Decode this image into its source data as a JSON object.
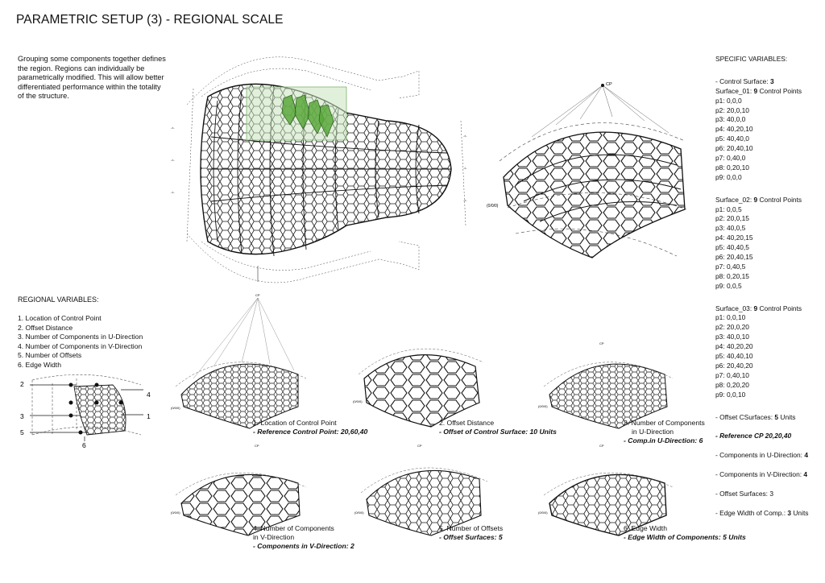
{
  "title": "PARAMETRIC SETUP (3) - REGIONAL SCALE",
  "intro": "Grouping some components together defines the region. Regions can individually be parametrically modified. This will allow better differentiated performance within the totality of the structure.",
  "regional": {
    "heading": "REGIONAL VARIABLES:",
    "items": [
      "1. Location of Control Point",
      "2. Offset Distance",
      "3. Number of Components in U-Direction",
      "4. Number of Components in V-Direction",
      "5. Number of Offsets",
      "6. Edge Width"
    ],
    "diagram_numbers": [
      "2",
      "4",
      "3",
      "1",
      "5",
      "6"
    ]
  },
  "specific": {
    "heading": "SPECIFIC VARIABLES:",
    "control_surface_label": "- Control Surface: ",
    "control_surface_value": "3",
    "surfaces": [
      {
        "name": "Surface_01: ",
        "count": "9",
        "suffix": " Control Points",
        "points": [
          "p1: 0,0,0",
          "p2: 20,0,10",
          "p3: 40,0,0",
          "p4: 40,20,10",
          "p5: 40,40,0",
          "p6: 20,40,10",
          "p7: 0,40,0",
          "p8: 0,20,10",
          "p9: 0,0,0"
        ]
      },
      {
        "name": "Surface_02: ",
        "count": "9",
        "suffix": " Control Points",
        "points": [
          "p1: 0,0,5",
          "p2: 20,0,15",
          "p3: 40,0,5",
          "p4: 40,20,15",
          "p5: 40,40,5",
          "p6: 20,40,15",
          "p7: 0,40,5",
          "p8: 0,20,15",
          "p9: 0,0,5"
        ]
      },
      {
        "name": "Surface_03: ",
        "count": "9",
        "suffix": " Control Points",
        "points": [
          "p1: 0,0,10",
          "p2: 20,0,20",
          "p3: 40,0,10",
          "p4: 40,20,20",
          "p5: 40,40,10",
          "p6: 20,40,20",
          "p7: 0,40,10",
          "p8: 0,20,20",
          "p9: 0,0,10"
        ]
      }
    ],
    "offset_label": "- Offset CSurfaces: ",
    "offset_value": "5",
    "offset_unit": " Units",
    "reference_cp": "- Reference CP 20,20,40",
    "u_label": "- Components in U-Direction: ",
    "u_value": "4",
    "v_label": "- Components in V-Direction: ",
    "v_value": "4",
    "offset_surfaces": "- Offset Surfaces: 3",
    "edge_label": "- Edge Width of Comp.: ",
    "edge_value": "3",
    "edge_unit": " Units"
  },
  "diagram_labels": {
    "cp": "CP",
    "origin": "(0/0/0)"
  },
  "captions": [
    {
      "title": "1. Location of Control Point",
      "sub": "- Reference Control Point: 20,60,40"
    },
    {
      "title": "2. Offset Distance",
      "sub": "- Offset of Control Surface: 10 Units"
    },
    {
      "title": "3. Number of Components",
      "title2": "in U-Direction",
      "sub": "- Comp.in U-Direction: 6"
    },
    {
      "title": "4. Number of Components",
      "title2": "in V-Direction",
      "sub": "- Components in V-Direction: 2"
    },
    {
      "title": "5. Number of Offsets",
      "sub": "- Offset Surfaces: 5"
    },
    {
      "title": "6. Edge Width",
      "sub": "- Edge Width of Components: 5 Units"
    }
  ],
  "colors": {
    "highlight_region": "#c9e3bd",
    "highlight_components": "#5aa83c",
    "line": "#1a1a1a"
  }
}
